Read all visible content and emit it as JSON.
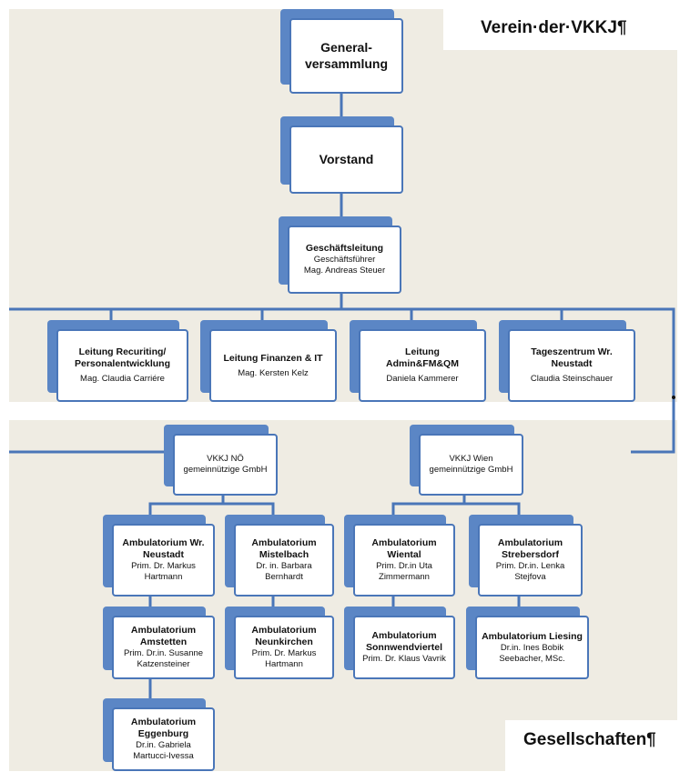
{
  "title": "Verein·der·VKKJ¶",
  "subtitle": "Gesellschaften¶",
  "boxes": {
    "generalversammlung": {
      "line1": "General-",
      "line2": "versammlung"
    },
    "vorstand": {
      "title": "Vorstand"
    },
    "geschaeftsleitung": {
      "title": "Geschäftsleitung",
      "role": "Geschäftsführer",
      "person": "Mag. Andreas Steuer"
    },
    "recruiting": {
      "line1": "Leitung Recuriting/",
      "line2": "Personalentwicklung",
      "person": "Mag. Claudia  Carriére"
    },
    "finanzen": {
      "title": "Leitung Finanzen & IT",
      "person": "Mag. Kersten Kelz"
    },
    "admin": {
      "line1": "Leitung",
      "line2": "Admin&FM&QM",
      "person": "Daniela Kammerer"
    },
    "tageszentrum": {
      "line1": "Tageszentrum Wr.",
      "line2": "Neustadt",
      "person": "Claudia Steinschauer"
    },
    "vkkj_noe": {
      "title": "VKKJ NÖ",
      "sub": "gemeinnützige GmbH"
    },
    "vkkj_wien": {
      "title": "VKKJ Wien",
      "sub": "gemeinnützige GmbH"
    },
    "amb_wr_neustadt": {
      "line1": "Ambulatorium Wr.",
      "line2": "Neustadt",
      "p1": "Prim. Dr. Markus",
      "p2": "Hartmann"
    },
    "amb_mistelbach": {
      "line1": "Ambulatorium",
      "line2": "Mistelbach",
      "p1": "Dr. in. Barbara",
      "p2": "Bernhardt"
    },
    "amb_amstetten": {
      "line1": "Ambulatorium",
      "line2": "Amstetten",
      "p1": "Prim. Dr.in. Susanne",
      "p2": "Katzensteiner"
    },
    "amb_neunkirchen": {
      "line1": "Ambulatorium",
      "line2": "Neunkirchen",
      "p1": "Prim. Dr. Markus",
      "p2": "Hartmann"
    },
    "amb_eggenburg": {
      "line1": "Ambulatorium",
      "line2": "Eggenburg",
      "p1": "Dr.in. Gabriela",
      "p2": "Martucci-Ivessa"
    },
    "amb_wiental": {
      "line1": "Ambulatorium",
      "line2": "Wiental",
      "p1": "Prim. Dr.in Uta",
      "p2": "Zimmermann"
    },
    "amb_strebersdorf": {
      "line1": "Ambulatorium",
      "line2": "Strebersdorf",
      "p1": "Prim. Dr.in. Lenka",
      "p2": "Stejfova"
    },
    "amb_sonnwendviertel": {
      "line1": "Ambulatorium",
      "line2": "Sonnwendviertel",
      "p1": "Prim. Dr. Klaus Vavrik"
    },
    "amb_liesing": {
      "line1": "Ambulatorium Liesing",
      "p1": "Dr.in. Ines Bobik",
      "p2": "Seebacher, MSc."
    }
  },
  "colors": {
    "box_blue": "#5b86c5",
    "box_border": "#4a76b8",
    "background": "#efece3",
    "line": "#4a76b8"
  }
}
